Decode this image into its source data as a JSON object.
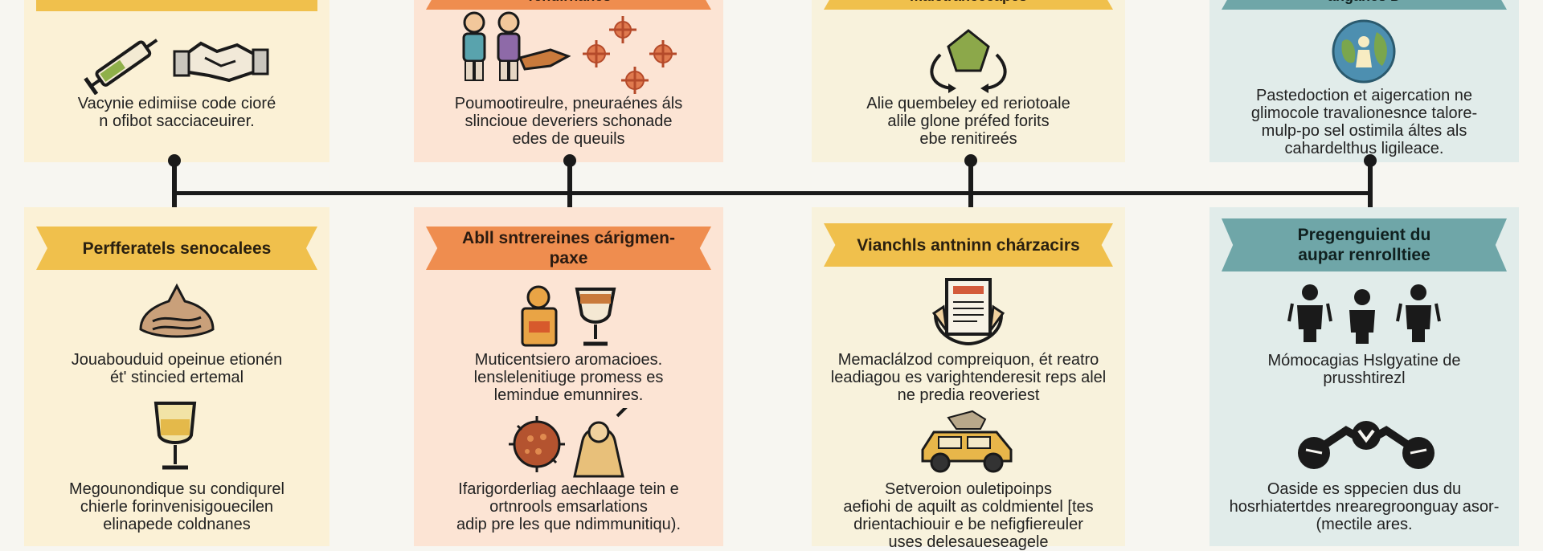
{
  "colors": {
    "timeline": "#1a1a1a",
    "banner_yellow": "#f0c04c",
    "banner_orange": "#ef8d4f",
    "banner_teal": "#6fa6a8"
  },
  "top_row": [
    {
      "title": "",
      "text": [
        "Vacynie edimiise code cioré",
        "n ofibot sacciaceuirer."
      ]
    },
    {
      "title": "Tendirnanes",
      "text": [
        "Poumootireulre,  pneuraénes áls",
        "slincioue deveriers schonade",
        "edes de queuils"
      ]
    },
    {
      "title": "maletrancecapes",
      "text": [
        "Alie quembeley ed reriotoale",
        "alile glone préfed forits",
        "ebe renitireés"
      ]
    },
    {
      "title": "anganes D",
      "text": [
        "Pastedoction et aigercation ne",
        "glimocole travalionesnce talore-",
        "mulp-po sel ostimila áltes als",
        "cahardelthus ligileace."
      ]
    }
  ],
  "bottom_row": [
    {
      "title": "Perfferatels senocalees",
      "text1": [
        "Jouabouduid opeinue etionén",
        "ét' stincied ertemal"
      ],
      "text2": [
        "Megounondique su condiqurel",
        "chierle forinvenisigouecilen",
        "elinapede coldnanes"
      ]
    },
    {
      "title": "Abll sntrereines cárigmen-paxe",
      "text1": [
        "Muticentsiero aromacioes.",
        "lenslelenitiuge promess es",
        "lemindue emunnires."
      ],
      "text2": [
        "Ifarigorderliag aechlaage tein e",
        "ortnrools emsarlations",
        "adip pre les que ndimmunitiqu)."
      ]
    },
    {
      "title": "Vianchls antninn chárzacirs",
      "text1": [
        "Memaclálzod compreiquon, ét reatro",
        "leadiagou es varightenderesit reps alel",
        "ne predia reoveriest"
      ],
      "text2": [
        "Setveroion ouletipoinps",
        "aefiohi de aquilt as coldmientel [tes",
        "drientachiouir e be nefigfiereuler",
        "uses delesaueseagele"
      ]
    },
    {
      "title": [
        "Pregenguient du",
        "aupar renrolltiee"
      ],
      "text1": [
        "Mómocagias Hslgyatine de",
        "prusshtirezl"
      ],
      "text2": [
        "Oaside es sppecien dus du",
        "hosrhiatertdes nrearegroonguay asor-",
        "(mectile ares."
      ]
    }
  ]
}
